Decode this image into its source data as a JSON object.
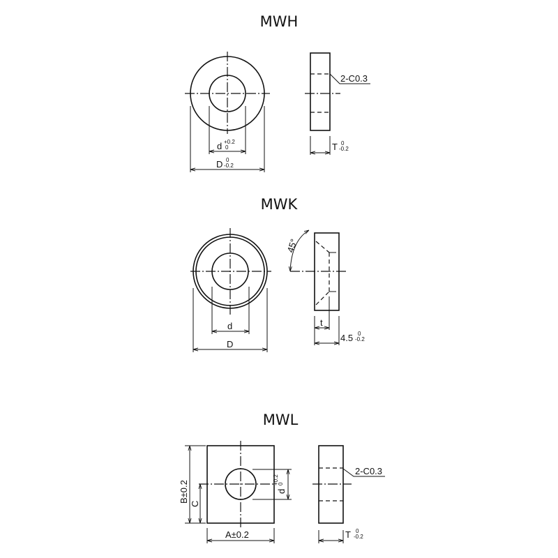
{
  "views": [
    {
      "title": "MWH",
      "front": {
        "inner_label": "d",
        "inner_tol_upper": "+0.2",
        "inner_tol_lower": "0",
        "outer_label": "D",
        "outer_tol_upper": "0",
        "outer_tol_lower": "-0.2"
      },
      "side": {
        "chamfer_note": "2-C0.3",
        "thickness_label": "T",
        "thickness_tol_upper": "0",
        "thickness_tol_lower": "-0.2"
      }
    },
    {
      "title": "MWK",
      "front": {
        "inner_label": "d",
        "outer_label": "D"
      },
      "side": {
        "angle_label": "45°",
        "step_label": "t",
        "thickness_label": "4.5",
        "thickness_tol_upper": "0",
        "thickness_tol_lower": "-0.2"
      }
    },
    {
      "title": "MWL",
      "front": {
        "height_label": "B±0.2",
        "offset_label": "C",
        "width_label": "A±0.2",
        "hole_label": "d",
        "hole_tol_upper": "+0.2",
        "hole_tol_lower": "0"
      },
      "side": {
        "chamfer_note": "2-C0.3",
        "thickness_label": "T",
        "thickness_tol_upper": "0",
        "thickness_tol_lower": "-0.2"
      }
    }
  ]
}
